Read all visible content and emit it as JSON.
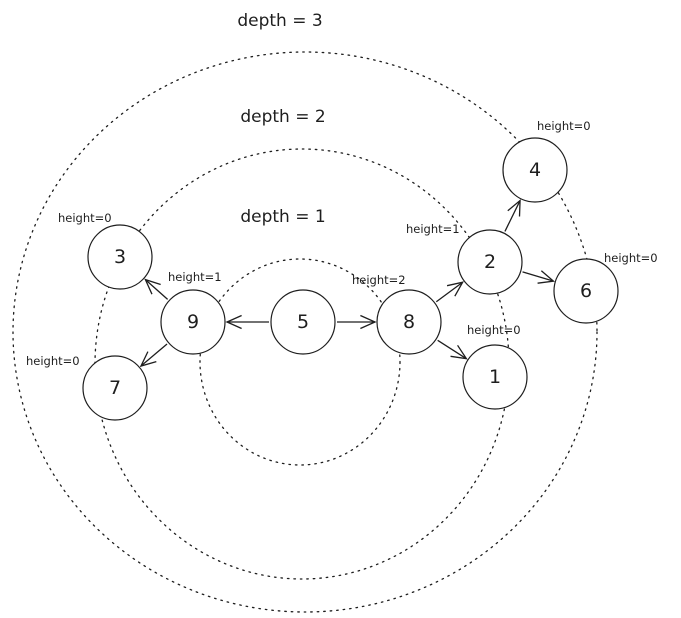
{
  "diagram": {
    "depth_labels": [
      "depth = 1",
      "depth = 2",
      "depth = 3"
    ],
    "root": "5",
    "nodes": [
      {
        "id": "5",
        "label": "5",
        "height_label": ""
      },
      {
        "id": "9",
        "label": "9",
        "height_label": "height=1"
      },
      {
        "id": "8",
        "label": "8",
        "height_label": "height=2"
      },
      {
        "id": "3",
        "label": "3",
        "height_label": "height=0"
      },
      {
        "id": "7",
        "label": "7",
        "height_label": "height=0"
      },
      {
        "id": "2",
        "label": "2",
        "height_label": "height=1"
      },
      {
        "id": "1",
        "label": "1",
        "height_label": "height=0"
      },
      {
        "id": "4",
        "label": "4",
        "height_label": "height=0"
      },
      {
        "id": "6",
        "label": "6",
        "height_label": "height=0"
      }
    ],
    "edges": [
      {
        "from": "5",
        "to": "9"
      },
      {
        "from": "5",
        "to": "8"
      },
      {
        "from": "9",
        "to": "3"
      },
      {
        "from": "9",
        "to": "7"
      },
      {
        "from": "8",
        "to": "2"
      },
      {
        "from": "8",
        "to": "1"
      },
      {
        "from": "2",
        "to": "4"
      },
      {
        "from": "2",
        "to": "6"
      }
    ]
  }
}
